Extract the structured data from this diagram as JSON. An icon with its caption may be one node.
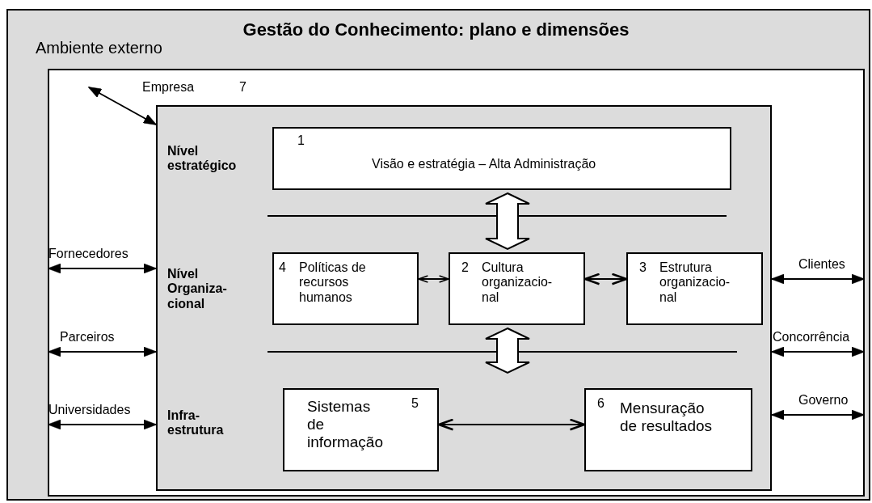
{
  "diagram": {
    "title": "Gestão do Conhecimento: plano e dimensões",
    "nodes": [
      {
        "text": [
          "Ambiente externo"
        ]
      },
      {
        "text": [],
        "shape": "box",
        "in": 0
      },
      {
        "text": [
          "Empresa",
          "7"
        ],
        "in": 1
      },
      {
        "text": [
          "1",
          "Visão e estratégia – Alta Administração"
        ],
        "in": 2
      },
      {
        "text": [
          "4",
          "Políticas de recursos humanos"
        ],
        "in": 2
      },
      {
        "text": [
          "2",
          "Cultura organizacio- nal"
        ],
        "in": 2
      },
      {
        "text": [
          "3",
          "Estrutura organizacio- nal"
        ],
        "in": 2
      },
      {
        "text": [
          "Sistemas de informação",
          "5"
        ],
        "in": 2
      },
      {
        "text": [
          "6",
          "Mensuração de resultados"
        ],
        "in": 2
      }
    ],
    "edges": [
      {
        "from": null,
        "to": 2,
        "arrow": "both"
      },
      {
        "from": 1,
        "to": 2,
        "arrow": "both",
        "label": "Fornecedores"
      },
      {
        "from": 1,
        "to": 2,
        "arrow": "both",
        "label": "Parceiros"
      },
      {
        "from": 1,
        "to": 2,
        "arrow": "both",
        "label": "Universidades"
      },
      {
        "from": 2,
        "to": 1,
        "arrow": "both",
        "label": "Clientes"
      },
      {
        "from": 2,
        "to": 1,
        "arrow": "both",
        "label": "Concorrência"
      },
      {
        "from": 2,
        "to": 1,
        "arrow": "both",
        "label": "Governo"
      },
      {
        "from": 3,
        "to": 5,
        "arrow": "both",
        "style": "thick"
      },
      {
        "from": 5,
        "to": null,
        "arrow": "both",
        "style": "thick"
      },
      {
        "from": 4,
        "to": 5,
        "arrow": "both"
      },
      {
        "from": 5,
        "to": 6,
        "arrow": "both"
      },
      {
        "from": 7,
        "to": 8,
        "arrow": "both"
      }
    ],
    "labels": [
      "Nível estratégico",
      "Nível Organiza- cional",
      "Infra- estrutura"
    ]
  }
}
